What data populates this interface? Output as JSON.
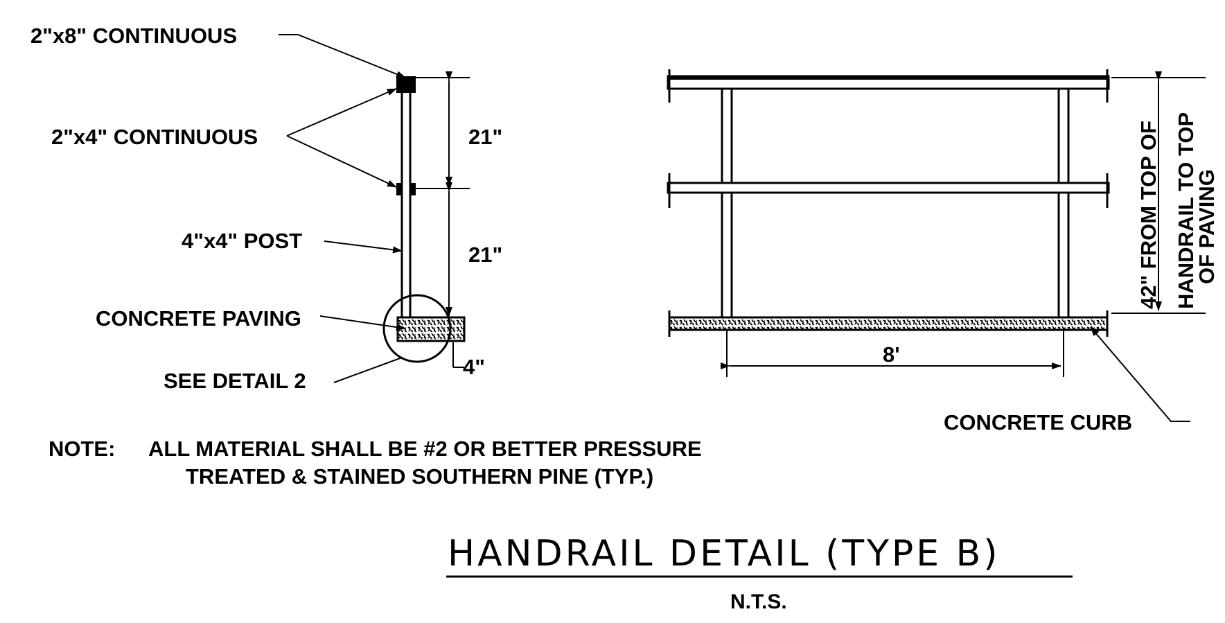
{
  "labels": {
    "rail_top": "2\"x8\" CONTINUOUS",
    "rail_mid": "2\"x4\" CONTINUOUS",
    "post": "4\"x4\" POST",
    "paving": "CONCRETE PAVING",
    "see_detail": "SEE DETAIL 2",
    "curb": "CONCRETE CURB"
  },
  "dimensions": {
    "upper_spacing": "21\"",
    "lower_spacing": "21\"",
    "slab_thickness": "4\"",
    "post_spacing": "8'",
    "height_line1": "42\" FROM TOP OF",
    "height_line2": "HANDRAIL TO TOP",
    "height_line3": "OF PAVING"
  },
  "note": {
    "prefix": "NOTE:",
    "line1": "ALL MATERIAL SHALL BE #2 OR BETTER PRESSURE",
    "line2": "TREATED & STAINED SOUTHERN PINE (TYP.)"
  },
  "title": "HANDRAIL DETAIL (TYPE B)",
  "scale": "N.T.S."
}
